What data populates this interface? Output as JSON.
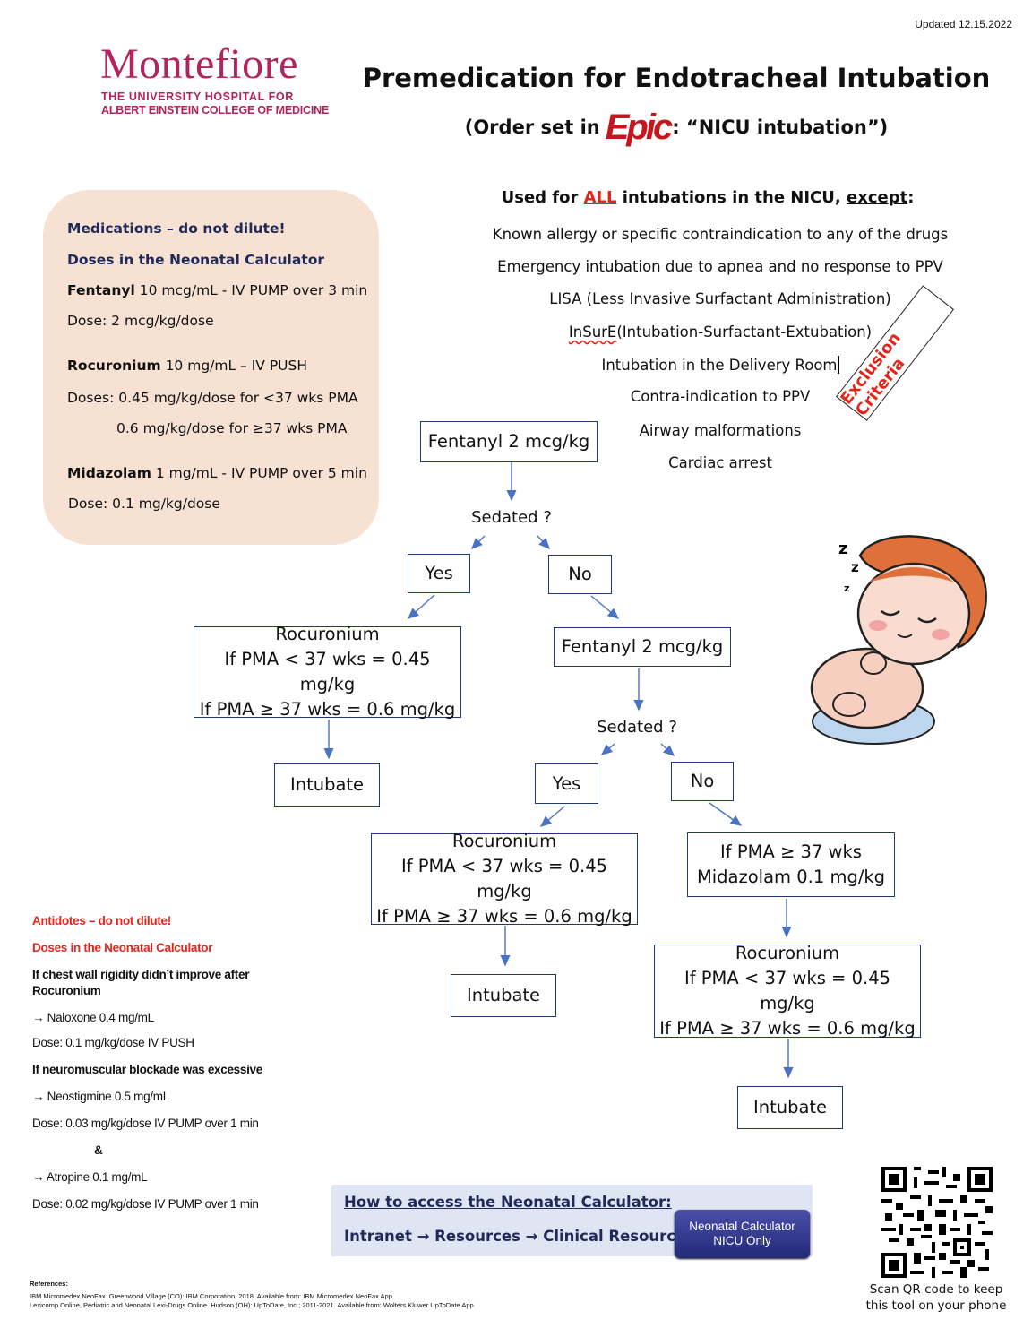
{
  "updated": "Updated 12.15.2022",
  "logo": {
    "name": "Montefiore",
    "line1": "THE UNIVERSITY HOSPITAL FOR",
    "line2": "ALBERT EINSTEIN COLLEGE OF MEDICINE"
  },
  "title": "Premedication for Endotracheal Intubation",
  "subtitle": {
    "prefix": "(Order set in",
    "epic": "Epic",
    "suffix": ": “NICU intubation”)"
  },
  "medications": {
    "heading1": "Medications – do not dilute!",
    "heading2": "Doses in the Neonatal Calculator",
    "fentanyl_name": "Fentanyl",
    "fentanyl_desc": " 10 mcg/mL - IV PUMP over 3 min",
    "fentanyl_dose": "Dose: 2 mcg/kg/dose",
    "rocuronium_name": "Rocuronium",
    "rocuronium_desc": " 10 mg/mL – IV PUSH",
    "rocuronium_dose1": "Doses: 0.45 mg/kg/dose for <37 wks PMA",
    "rocuronium_dose2": "0.6 mg/kg/dose for ≥37 wks PMA",
    "midazolam_name": "Midazolam",
    "midazolam_desc": " 1 mg/mL - IV PUMP over 5 min",
    "midazolam_dose": "Dose: 0.1 mg/kg/dose"
  },
  "exclusions": {
    "head_a": "Used for ",
    "head_all": "ALL",
    "head_b": " intubations in the NICU, ",
    "head_except": "except",
    "head_colon": ":",
    "items": [
      "Known allergy or specific contraindication to any of the drugs",
      "Emergency intubation due to apnea and no response to PPV",
      "LISA (Less Invasive Surfactant Administration)",
      "(Intubation-Surfactant-Extubation)",
      "Intubation in the Delivery Room",
      "Contra-indication to PPV",
      "Airway malformations",
      "Cardiac arrest"
    ],
    "insure": "InSurE",
    "stamp": "Exclusion Criteria"
  },
  "flow": {
    "fentanyl1": "Fentanyl 2 mcg/kg",
    "sedated1": "Sedated ?",
    "yes1": "Yes",
    "no1": "No",
    "roc1": [
      "Rocuronium",
      "If PMA < 37 wks = 0.45 mg/kg",
      "If PMA ≥ 37 wks = 0.6 mg/kg"
    ],
    "intubate1": "Intubate",
    "fentanyl2": "Fentanyl 2 mcg/kg",
    "sedated2": "Sedated ?",
    "yes2": "Yes",
    "no2": "No",
    "roc2": [
      "Rocuronium",
      "If PMA < 37 wks = 0.45 mg/kg",
      "If PMA ≥ 37 wks = 0.6 mg/kg"
    ],
    "intubate2": "Intubate",
    "midaz": [
      "If PMA ≥ 37 wks",
      "Midazolam 0.1 mg/kg"
    ],
    "roc3": [
      "Rocuronium",
      "If PMA < 37 wks = 0.45 mg/kg",
      "If PMA ≥ 37 wks = 0.6 mg/kg"
    ],
    "intubate3": "Intubate"
  },
  "antidotes": {
    "heading1": "Antidotes – do not dilute!",
    "heading2": "Doses in the Neonatal Calculator",
    "cond1_a": "If chest wall rigidity didn’t improve after",
    "cond1_b": "Rocuronium",
    "naloxone": "→ Naloxone 0.4 mg/mL",
    "naloxone_dose": "Dose: 0.1 mg/kg/dose IV PUSH",
    "cond2": "If neuromuscular blockade was excessive",
    "neostigmine": "→ Neostigmine 0.5 mg/mL",
    "neostigmine_dose": "Dose: 0.03 mg/kg/dose IV PUMP over 1 min",
    "amp": "&",
    "atropine": "→ Atropine 0.1 mg/mL",
    "atropine_dose": "Dose: 0.02 mg/kg/dose IV PUMP over 1 min"
  },
  "access": {
    "title": "How to access the Neonatal Calculator:",
    "path": "Intranet → Resources → Clinical Resources →",
    "button_line1": "Neonatal Calculator",
    "button_line2": "NICU Only"
  },
  "qr_caption": [
    "Scan QR code to keep",
    "this tool on your phone"
  ],
  "references": {
    "heading": "References:",
    "ref1": "IBM Micromedex NeoFax. Greenwood Village (CO): IBM Corporation; 2018. Available from: IBM Micromedex NeoFax App",
    "ref2": "Lexicomp Online, Pediatric and Neonatal Lexi-Drugs Online. Hudson (OH): UpToDate, Inc.; 2011-2021. Available from: Wolters Kluwer UpToDate App"
  },
  "colors": {
    "brand": "#b3235c",
    "accent_red": "#e3261c",
    "navy": "#1f2a5a",
    "box_border": "#1f3b73",
    "arrow": "#4a72c4",
    "med_bg": "#f7e1d3",
    "access_bg": "#dfe5f2"
  }
}
